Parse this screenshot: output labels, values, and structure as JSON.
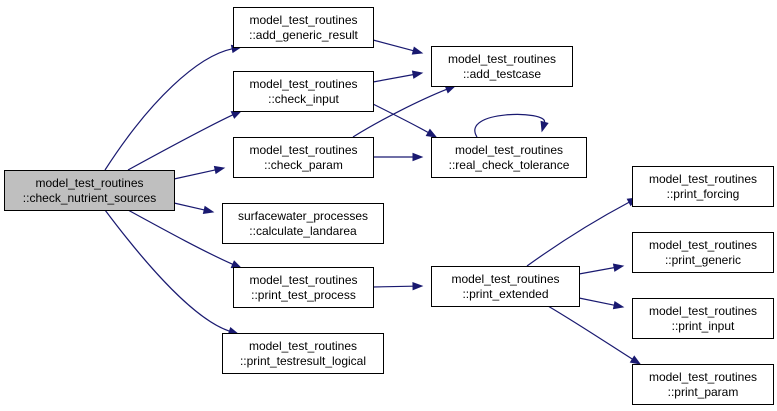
{
  "colors": {
    "edge": "#191970",
    "node_fill": "#ffffff",
    "root_fill": "#bfbfbf",
    "border": "#000000"
  },
  "nodes": [
    {
      "id": "check_nutrient_sources",
      "line1": "model_test_routines",
      "line2": "::check_nutrient_sources",
      "root": true
    },
    {
      "id": "add_generic_result",
      "line1": "model_test_routines",
      "line2": "::add_generic_result"
    },
    {
      "id": "check_input",
      "line1": "model_test_routines",
      "line2": "::check_input"
    },
    {
      "id": "check_param",
      "line1": "model_test_routines",
      "line2": "::check_param"
    },
    {
      "id": "calculate_landarea",
      "line1": "surfacewater_processes",
      "line2": "::calculate_landarea"
    },
    {
      "id": "print_test_process",
      "line1": "model_test_routines",
      "line2": "::print_test_process"
    },
    {
      "id": "print_testresult_logical",
      "line1": "model_test_routines",
      "line2": "::print_testresult_logical"
    },
    {
      "id": "add_testcase",
      "line1": "model_test_routines",
      "line2": "::add_testcase"
    },
    {
      "id": "real_check_tolerance",
      "line1": "model_test_routines",
      "line2": "::real_check_tolerance"
    },
    {
      "id": "print_extended",
      "line1": "model_test_routines",
      "line2": "::print_extended"
    },
    {
      "id": "print_forcing",
      "line1": "model_test_routines",
      "line2": "::print_forcing"
    },
    {
      "id": "print_generic",
      "line1": "model_test_routines",
      "line2": "::print_generic"
    },
    {
      "id": "print_input",
      "line1": "model_test_routines",
      "line2": "::print_input"
    },
    {
      "id": "print_param",
      "line1": "model_test_routines",
      "line2": "::print_param"
    }
  ],
  "edges": [
    {
      "from": "check_nutrient_sources",
      "to": "add_generic_result"
    },
    {
      "from": "check_nutrient_sources",
      "to": "check_input"
    },
    {
      "from": "check_nutrient_sources",
      "to": "check_param"
    },
    {
      "from": "check_nutrient_sources",
      "to": "calculate_landarea"
    },
    {
      "from": "check_nutrient_sources",
      "to": "print_test_process"
    },
    {
      "from": "check_nutrient_sources",
      "to": "print_testresult_logical"
    },
    {
      "from": "add_generic_result",
      "to": "add_testcase"
    },
    {
      "from": "check_input",
      "to": "add_testcase"
    },
    {
      "from": "check_input",
      "to": "real_check_tolerance"
    },
    {
      "from": "check_param",
      "to": "add_testcase"
    },
    {
      "from": "check_param",
      "to": "real_check_tolerance"
    },
    {
      "from": "real_check_tolerance",
      "to": "real_check_tolerance"
    },
    {
      "from": "print_test_process",
      "to": "print_extended"
    },
    {
      "from": "print_extended",
      "to": "print_forcing"
    },
    {
      "from": "print_extended",
      "to": "print_generic"
    },
    {
      "from": "print_extended",
      "to": "print_input"
    },
    {
      "from": "print_extended",
      "to": "print_param"
    }
  ]
}
